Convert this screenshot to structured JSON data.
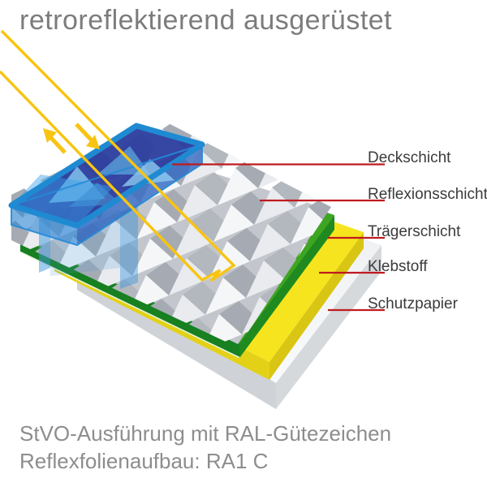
{
  "title": "retroreflektierend ausgerüstet",
  "diagram": {
    "layer_labels": [
      {
        "text": "Deckschicht"
      },
      {
        "text": "Reflexionsschicht"
      },
      {
        "text": "Trägerschicht"
      },
      {
        "text": "Klebstoff"
      },
      {
        "text": "Schutzpapier"
      }
    ]
  },
  "caption": {
    "line1": "StVO-Ausführung mit RAL-Gütezeichen",
    "line2": "Reflexfolienaufbau: RA1 C"
  },
  "colors": {
    "title_text": "#7c7c7c",
    "label_text": "#3b3b3b",
    "caption_text": "#8d8d8d",
    "leader_line": "#bf1b1f",
    "light_ray": "#f8c411",
    "cover_blue_top": "#2b3c9e",
    "cover_blue_rim": "#1f8ad2",
    "cover_blue_side": "#2e86d4",
    "prism_light_a": "#f4f6f8",
    "prism_light_b": "#e9ebef",
    "prism_shade_a": "#a6abb3",
    "prism_shade_b": "#b3b7be",
    "prism_valley": "#c3c7cd",
    "carrier_green_top": "#3da521",
    "carrier_green_front": "#178020",
    "carrier_green_right": "#1f8a1f",
    "adhesive_yellow_top": "#f6e51e",
    "adhesive_yellow_front": "#e3d117",
    "adhesive_yellow_right": "#d9c513",
    "paper_white_top": "#eef0f2",
    "paper_white_front": "#cfd2d6",
    "paper_white_right": "#d6d9dc"
  }
}
